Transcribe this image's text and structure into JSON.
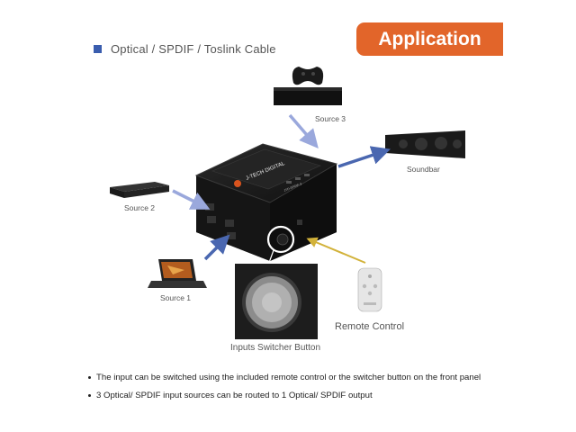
{
  "legend": {
    "label": "Optical / SPDIF / Toslink Cable",
    "color": "#3a5dae"
  },
  "badge": {
    "label": "Application",
    "color": "#e2652a"
  },
  "device": {
    "brand": "J-TECH DIGITAL",
    "model": "JTD-SPDIF-3"
  },
  "labels": {
    "source3": "Source 3",
    "soundbar": "Soundbar",
    "source2": "Source 2",
    "source1": "Source 1",
    "remote": "Remote Control",
    "switcher": "Inputs Switcher Button"
  },
  "colors": {
    "cable_arrow": "#4a67b0",
    "cable_arrow_light": "#9aa8dc",
    "remote_arrow": "#d2b23a",
    "device_body": "#1e1e1e"
  },
  "bullets": [
    "The input can be switched using the included remote control or the switcher button on the front panel",
    "3 Optical/ SPDIF input sources can be routed to 1 Optical/ SPDIF output"
  ]
}
